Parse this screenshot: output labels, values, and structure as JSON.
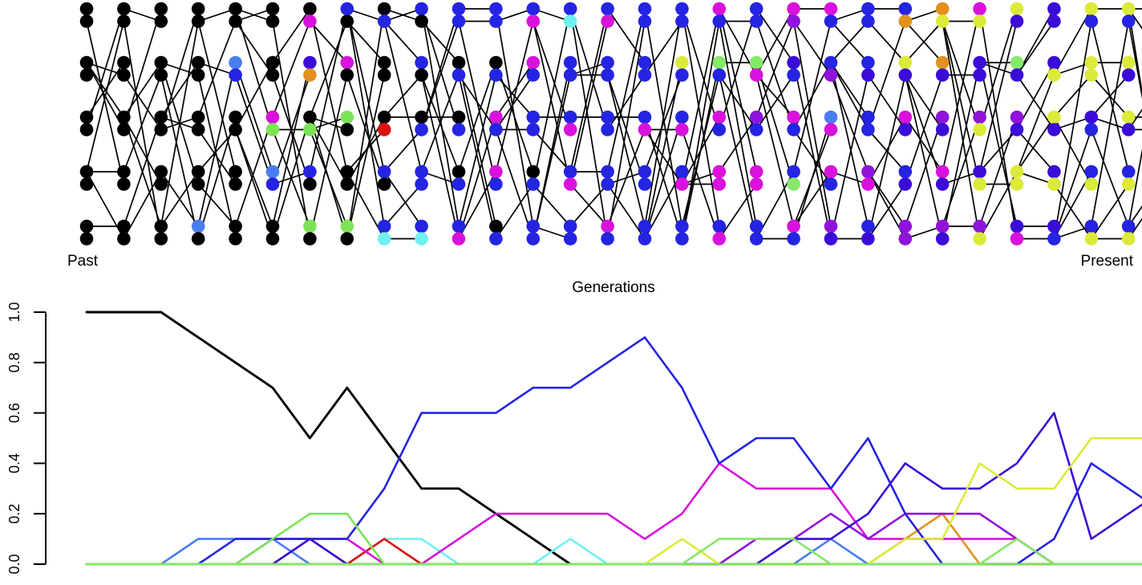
{
  "figure": {
    "description": "Genetic drift simulation: ancestry network over generations (top) and allele frequency trajectories (bottom)"
  },
  "labels": {
    "past": "Past",
    "present": "Present",
    "xlabel": "Generations"
  },
  "palette": {
    "black": "#000000",
    "blue": "#2424E2",
    "navy": "#3B0CD8",
    "dodger": "#4A7DF0",
    "cyan": "#70F0F0",
    "green": "#7CE356",
    "palegreen": "#84E968",
    "yellow": "#DCEA3A",
    "orange": "#E2911E",
    "red": "#DC1010",
    "magenta": "#D812DC",
    "purple": "#9013DC",
    "edge": "#000000"
  },
  "pedigree": {
    "generations": 29,
    "individuals_per_generation": 10
  },
  "chart_data": {
    "type": "line",
    "title": "",
    "xlabel": "Generations",
    "ylabel": "",
    "ylim": [
      0.0,
      1.0
    ],
    "grid": false,
    "legend": "none",
    "y_axis": {
      "ticks": [
        "0.0",
        "0.2",
        "0.4",
        "0.6",
        "0.8",
        "1.0"
      ],
      "tick_values": [
        0.0,
        0.2,
        0.4,
        0.6,
        0.8,
        1.0
      ]
    },
    "x": [
      0,
      1,
      2,
      3,
      4,
      5,
      6,
      7,
      8,
      9,
      10,
      11,
      12,
      13,
      14,
      15,
      16,
      17,
      18,
      19,
      20,
      21,
      22,
      23,
      24,
      25,
      26,
      27,
      28
    ],
    "series": [
      {
        "name": "black",
        "values": [
          1,
          1,
          1,
          0.9,
          0.8,
          0.7,
          0.5,
          0.7,
          0.5,
          0.3,
          0.3,
          0.2,
          0.1,
          0,
          0,
          0,
          0,
          0,
          0,
          0,
          0,
          0,
          0,
          0,
          0,
          0,
          0,
          0,
          0
        ]
      },
      {
        "name": "dodger",
        "values": [
          0,
          0,
          0,
          0.1,
          0.1,
          0.1,
          0,
          0,
          0,
          0,
          0,
          0,
          0,
          0,
          0,
          0,
          0,
          0,
          0,
          0,
          0.1,
          0,
          0,
          0,
          0,
          0,
          0,
          0,
          0
        ]
      },
      {
        "name": "cyan",
        "values": [
          0,
          0,
          0,
          0,
          0,
          0,
          0,
          0,
          0.1,
          0.1,
          0,
          0,
          0,
          0.1,
          0,
          0,
          0,
          0,
          0,
          0,
          0,
          0,
          0,
          0,
          0,
          0,
          0,
          0,
          0
        ]
      },
      {
        "name": "red",
        "values": [
          0,
          0,
          0,
          0,
          0,
          0,
          0,
          0,
          0.1,
          0,
          0,
          0,
          0,
          0,
          0,
          0,
          0,
          0,
          0,
          0,
          0,
          0,
          0,
          0,
          0,
          0,
          0,
          0,
          0
        ]
      },
      {
        "name": "orange",
        "values": [
          0,
          0,
          0,
          0,
          0,
          0,
          0.1,
          0,
          0,
          0,
          0,
          0,
          0,
          0,
          0,
          0,
          0,
          0,
          0,
          0,
          0,
          0,
          0.1,
          0.2,
          0,
          0,
          0,
          0,
          0
        ]
      },
      {
        "name": "magenta",
        "values": [
          0,
          0,
          0,
          0,
          0,
          0.1,
          0.1,
          0.1,
          0,
          0,
          0.1,
          0.2,
          0.2,
          0.2,
          0.2,
          0.1,
          0.2,
          0.4,
          0.3,
          0.3,
          0.3,
          0.1,
          0.1,
          0.1,
          0.1,
          0.1,
          0,
          0,
          0
        ]
      },
      {
        "name": "purple",
        "values": [
          0,
          0,
          0,
          0,
          0,
          0,
          0,
          0,
          0,
          0,
          0,
          0,
          0,
          0,
          0,
          0,
          0,
          0,
          0.1,
          0.1,
          0.2,
          0.1,
          0.2,
          0.2,
          0.2,
          0.1,
          0,
          0,
          0
        ]
      },
      {
        "name": "navy",
        "values": [
          0,
          0,
          0,
          0,
          0,
          0,
          0.1,
          0,
          0,
          0,
          0,
          0,
          0,
          0,
          0,
          0,
          0,
          0,
          0,
          0.1,
          0.1,
          0.2,
          0.4,
          0.3,
          0.3,
          0.4,
          0.6,
          0.1,
          0.2
        ]
      },
      {
        "name": "blue",
        "values": [
          0,
          0,
          0,
          0,
          0.1,
          0.1,
          0.1,
          0.1,
          0.3,
          0.6,
          0.6,
          0.6,
          0.7,
          0.7,
          0.8,
          0.9,
          0.7,
          0.4,
          0.5,
          0.5,
          0.3,
          0.5,
          0.2,
          0,
          0,
          0,
          0.1,
          0.4,
          0.3
        ]
      },
      {
        "name": "yellow",
        "values": [
          0,
          0,
          0,
          0,
          0,
          0,
          0,
          0,
          0,
          0,
          0,
          0,
          0,
          0,
          0,
          0,
          0.1,
          0,
          0,
          0,
          0,
          0,
          0.1,
          0.1,
          0.4,
          0.3,
          0.3,
          0.5,
          0.5
        ]
      },
      {
        "name": "green",
        "values": [
          0,
          0,
          0,
          0,
          0,
          0.1,
          0.2,
          0.2,
          0,
          0,
          0,
          0,
          0,
          0,
          0,
          0,
          0,
          0,
          0,
          0,
          0,
          0,
          0,
          0,
          0,
          0,
          0,
          0,
          0
        ]
      },
      {
        "name": "palegreen",
        "values": [
          0,
          0,
          0,
          0,
          0,
          0,
          0,
          0,
          0,
          0,
          0,
          0,
          0,
          0,
          0,
          0,
          0,
          0.1,
          0.1,
          0.1,
          0,
          0,
          0,
          0,
          0,
          0.1,
          0,
          0,
          0
        ]
      }
    ]
  }
}
